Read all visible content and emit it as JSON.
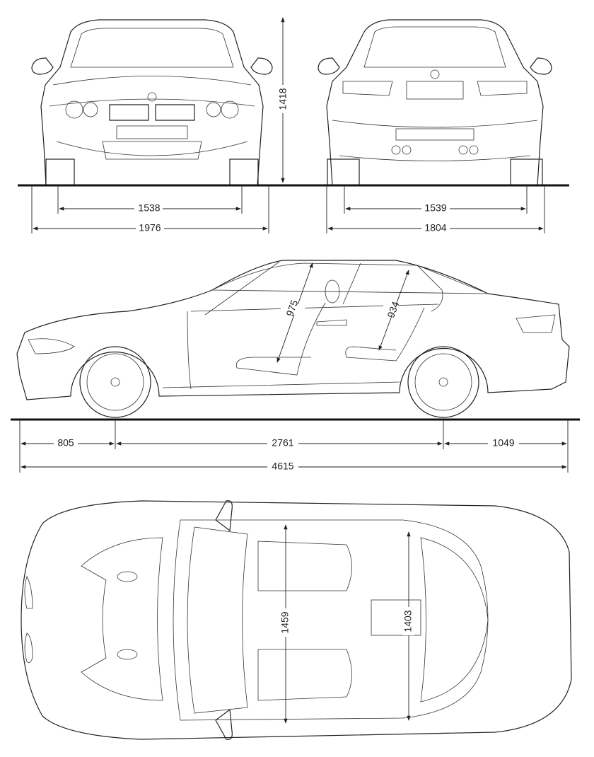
{
  "front_view": {
    "height": "1418",
    "track": "1538",
    "width": "1976"
  },
  "rear_view": {
    "track": "1539",
    "width": "1804"
  },
  "side_view": {
    "front_overhang": "805",
    "wheelbase": "2761",
    "rear_overhang": "1049",
    "length": "4615",
    "front_headroom": "975",
    "rear_headroom": "934"
  },
  "top_view": {
    "front_shoulder": "1459",
    "rear_shoulder": "1403"
  },
  "colors": {
    "line": "#222222",
    "background": "#ffffff"
  }
}
